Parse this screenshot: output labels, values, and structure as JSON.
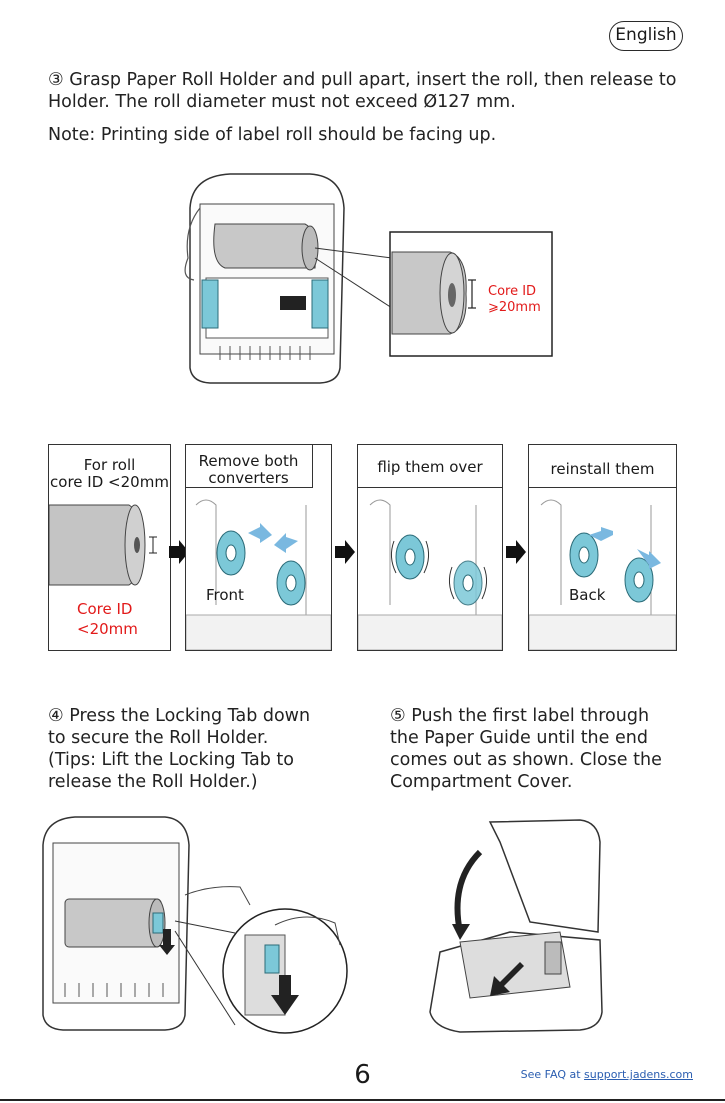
{
  "header": {
    "language": "English"
  },
  "step3": {
    "text": "③ Grasp Paper Roll Holder and pull apart, insert the roll, then release to Holder. The roll diameter must not exceed Ø127 mm."
  },
  "note": {
    "text": "Note: Printing side of label roll should be facing up."
  },
  "core_callout": {
    "label": "Core ID",
    "value": "⩾20mm"
  },
  "panels": [
    {
      "title": "For roll\ncore ID <20mm",
      "core_label": "Core ID",
      "core_value": "<20mm"
    },
    {
      "title": "Remove both\nconverters",
      "side_label": "Front"
    },
    {
      "title": "flip them over"
    },
    {
      "title": "reinstall them",
      "side_label": "Back"
    }
  ],
  "step4": {
    "text": "④ Press the Locking Tab down\nto secure the Roll Holder.\n(Tips: Lift the Locking Tab to\nrelease the Roll Holder.)"
  },
  "step5": {
    "text": "⑤ Push the first label through\nthe Paper Guide until the end\ncomes out as shown. Close the\nCompartment Cover."
  },
  "footer": {
    "page_number": "6",
    "faq_prefix": "See FAQ at",
    "faq_link": "support.jadens.com"
  },
  "colors": {
    "accent_teal": "#7cc8d8",
    "callout_red": "#e21a1a"
  }
}
